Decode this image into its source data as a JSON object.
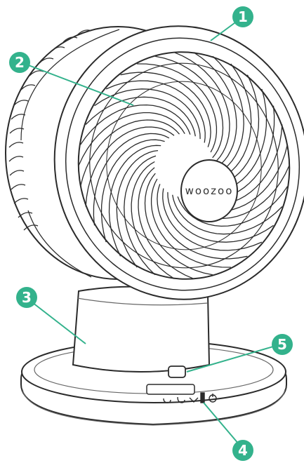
{
  "brand": "woozoo",
  "callouts": [
    {
      "number": "1",
      "part": "rear-grille"
    },
    {
      "number": "2",
      "part": "front-grille"
    },
    {
      "number": "3",
      "part": "stand-neck"
    },
    {
      "number": "4",
      "part": "control-panel"
    },
    {
      "number": "5",
      "part": "sensor-window"
    }
  ],
  "colors": {
    "callout": "#33B28C",
    "leader": "#33B28C",
    "outline": "#2b2b2b",
    "body": "#ffffff"
  }
}
